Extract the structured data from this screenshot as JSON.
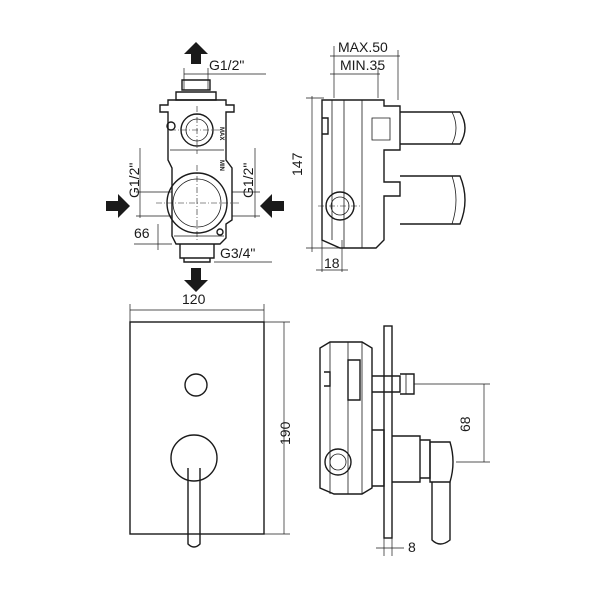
{
  "top_view": {
    "outlet_top_label": "G1/2\"",
    "inlet_left_label": "G1/2\"",
    "inlet_right_label": "G1/2\"",
    "outlet_bottom_label": "G3/4\"",
    "dim_left_offset": "66",
    "max_mark": "MAX",
    "min_mark": "MIN"
  },
  "side_view": {
    "depth_max": "MAX.50",
    "depth_min": "MIN.35",
    "height": "147",
    "base_depth": "18"
  },
  "front_plate": {
    "width": "120",
    "height": "190"
  },
  "assembled_side": {
    "spindle_offset": "68",
    "plate_thickness": "8"
  }
}
